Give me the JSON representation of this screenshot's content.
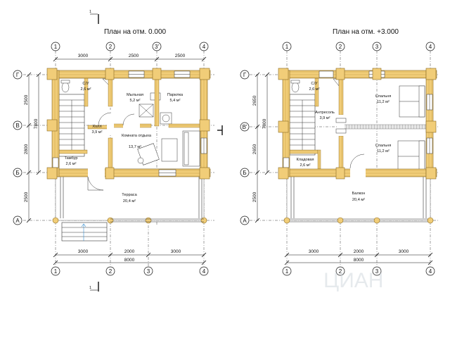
{
  "plans": [
    {
      "title": "План на отм. 0.000",
      "col_labels": [
        "1",
        "2",
        "3'",
        "4"
      ],
      "bottom_col_labels": [
        "1",
        "2",
        "3",
        "4"
      ],
      "row_labels": [
        "Г",
        "В",
        "Б",
        "А"
      ],
      "top_dims": [
        "3000",
        "2500",
        "2500"
      ],
      "bottom_dims": [
        "3000",
        "2000",
        "3000"
      ],
      "total_dim": "8000",
      "left_dims": [
        "2500",
        "2800",
        "2500"
      ],
      "left_total": "7800",
      "rooms": [
        {
          "name": "С/У",
          "area": "2,6 м²"
        },
        {
          "name": "Мыльная",
          "area": "5,2 м²"
        },
        {
          "name": "Парилка",
          "area": "5,4 м²"
        },
        {
          "name": "Холл",
          "area": "3,9 м²"
        },
        {
          "name": "Комната отдыха",
          "area": "13,7 м²"
        },
        {
          "name": "Тамбур",
          "area": "2,6 м²"
        },
        {
          "name": "Терраса",
          "area": "20,4 м²"
        }
      ],
      "section_marks": [
        "1",
        "1"
      ]
    },
    {
      "title": "План на отм. +3.000",
      "col_labels": [
        "1",
        "2",
        "3",
        "4"
      ],
      "bottom_col_labels": [
        "1",
        "2",
        "3",
        "4"
      ],
      "row_labels": [
        "Г",
        "В'",
        "Б",
        "А"
      ],
      "bottom_dims": [
        "3000",
        "2000",
        "3000"
      ],
      "total_dim": "8000",
      "left_dims": [
        "2650",
        "2650",
        "2500"
      ],
      "left_total": "7800",
      "rooms": [
        {
          "name": "С/У",
          "area": "2,6 м²"
        },
        {
          "name": "Спальня",
          "area": "11,2 м²"
        },
        {
          "name": "Антресоль",
          "area": "3,9 м²"
        },
        {
          "name": "Спальня",
          "area": "11,2 м²"
        },
        {
          "name": "Кладовая",
          "area": "2,6 м²"
        },
        {
          "name": "Балкон",
          "area": "20,4 м²"
        }
      ]
    }
  ],
  "watermark": "ЦИАН"
}
